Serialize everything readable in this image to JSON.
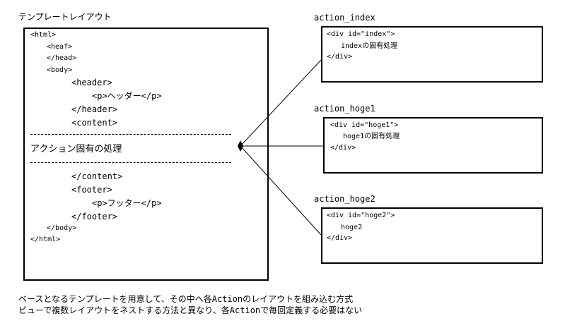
{
  "template": {
    "title": "テンプレートレイアウト",
    "lines": [
      "<html>",
      "<heaf>",
      "</head>",
      "<body>",
      "<header>",
      "<p>ヘッダー</p>",
      "</header>",
      "<content>",
      "アクション固有の処理",
      "</content>",
      "<footer>",
      "<p>フッター</p>",
      "</footer>",
      "</body>",
      "</html>"
    ]
  },
  "actions": [
    {
      "title": "action_index",
      "lines": [
        "<div id=\"index\">",
        "indexの固有処理",
        "</div>"
      ]
    },
    {
      "title": "action_hoge1",
      "lines": [
        "<div id=\"hoge1\">",
        "hoge1の固有処理",
        "</div>"
      ]
    },
    {
      "title": "action_hoge2",
      "lines": [
        "<div id=\"hoge2\">",
        "hoge2",
        "</div>"
      ]
    }
  ],
  "notes": [
    "ベースとなるテンプレートを用意して、その中へ各Actionのレイアウトを組み込む方式",
    "ビューで複数レイアウトをネストする方法と異なり、各Actionで毎回定義する必要はない"
  ]
}
